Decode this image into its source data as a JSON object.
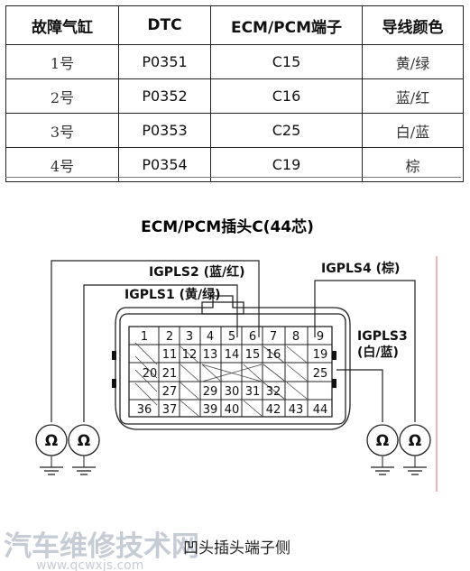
{
  "table": {
    "headers": [
      "故障气缸",
      "DTC",
      "ECM/PCM端子",
      "导线颜色"
    ],
    "rows": [
      [
        "1号",
        "P0351",
        "C15",
        "黄/绿"
      ],
      [
        "2号",
        "P0352",
        "C16",
        "蓝/红"
      ],
      [
        "3号",
        "P0353",
        "C25",
        "白/蓝"
      ],
      [
        "4号",
        "P0354",
        "C19",
        "棕"
      ]
    ]
  },
  "diagram": {
    "title": "ECM/PCM插头C(44芯)",
    "labels": {
      "igpls2": "IGPLS2 (蓝/红)",
      "igpls1": "IGPLS1 (黄/绿)",
      "igpls4": "IGPLS4 (棕)",
      "igpls3_line1": "IGPLS3",
      "igpls3_line2": "(白/蓝)"
    },
    "meter_symbol": "Ω",
    "connector_pins": {
      "row1": [
        "1",
        "2",
        "3",
        "4",
        "5",
        "6",
        "7",
        "8",
        "9"
      ],
      "row2": [
        "11",
        "12",
        "13",
        "14",
        "15",
        "16",
        "19"
      ],
      "row3": [
        "20",
        "21",
        "25"
      ],
      "row4": [
        "27",
        "29",
        "30",
        "31",
        "32"
      ],
      "row5": [
        "36",
        "37",
        "39",
        "40",
        "42",
        "43",
        "44"
      ]
    },
    "caption": "凹头插头端子侧"
  },
  "watermark": {
    "line1": "汽车维修技术网",
    "line2": "www.qcwxjs.com"
  }
}
